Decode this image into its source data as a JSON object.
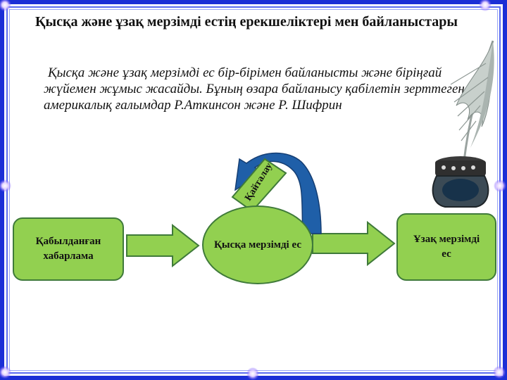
{
  "slide": {
    "title": "Қысқа және ұзақ мерзімді естің ерекшеліктері мен байланыстары",
    "paragraph": "Қысқа және ұзақ мерзімді ес бір-бірімен байланысты және біріңғай жүйемен жұмыс жасайды. Бұның өзара байланысу қабілетін зерттеген америкалық ғалымдар Р.Аткинсон және Р. Шифрин"
  },
  "diagram": {
    "input_box": {
      "line1": "Қабылданған",
      "line2": "хабарлама"
    },
    "short_term": {
      "line1": "Қысқа",
      "line2": "мерзімді ес"
    },
    "long_term": {
      "line1": "Ұзақ мерзімді",
      "line2": "ес"
    },
    "loop_label": "Қайталау"
  },
  "colors": {
    "frame": "#1b2fd6",
    "shape_fill": "#92d050",
    "shape_border": "#3f7a3a",
    "loop_arrow": "#1f5fa8"
  },
  "icons": [
    "quill-inkwell-icon",
    "sparkle-icon"
  ]
}
